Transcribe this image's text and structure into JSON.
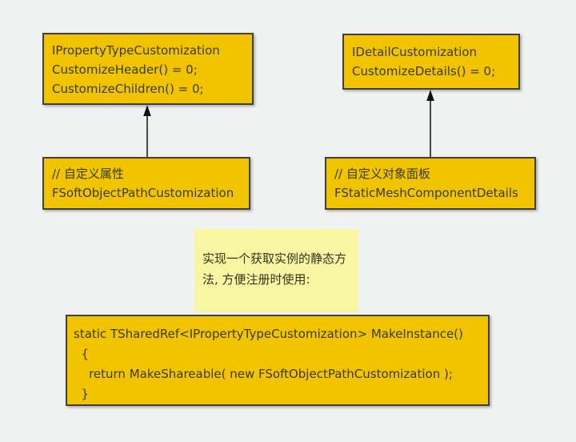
{
  "canvas": {
    "background": "#f0f1f1"
  },
  "colors": {
    "box_fill": "#f2c400",
    "box_border": "#3f3f3f",
    "note_fill": "#f8f5a3",
    "box_text": "#3a3a1e",
    "arrow": "#111111"
  },
  "boxes": {
    "interface_left": {
      "lines": [
        "IPropertyTypeCustomization",
        "CustomizeHeader() = 0;",
        "CustomizeChildren() = 0;"
      ]
    },
    "interface_right": {
      "lines": [
        "IDetailCustomization",
        "CustomizeDetails() = 0;"
      ]
    },
    "impl_left": {
      "lines": [
        "// 自定义属性",
        "FSoftObjectPathCustomization"
      ]
    },
    "impl_right": {
      "lines": [
        "// 自定义对象面板",
        "FStaticMeshComponentDetails"
      ]
    }
  },
  "note": {
    "lines": [
      "实现一个获取实例的静态方",
      "法, 方便注册时使用:"
    ]
  },
  "code": {
    "lines": [
      "static TSharedRef<IPropertyTypeCustomization> MakeInstance()",
      "  {",
      "    return MakeShareable( new FSoftObjectPathCustomization );",
      "  }"
    ]
  }
}
